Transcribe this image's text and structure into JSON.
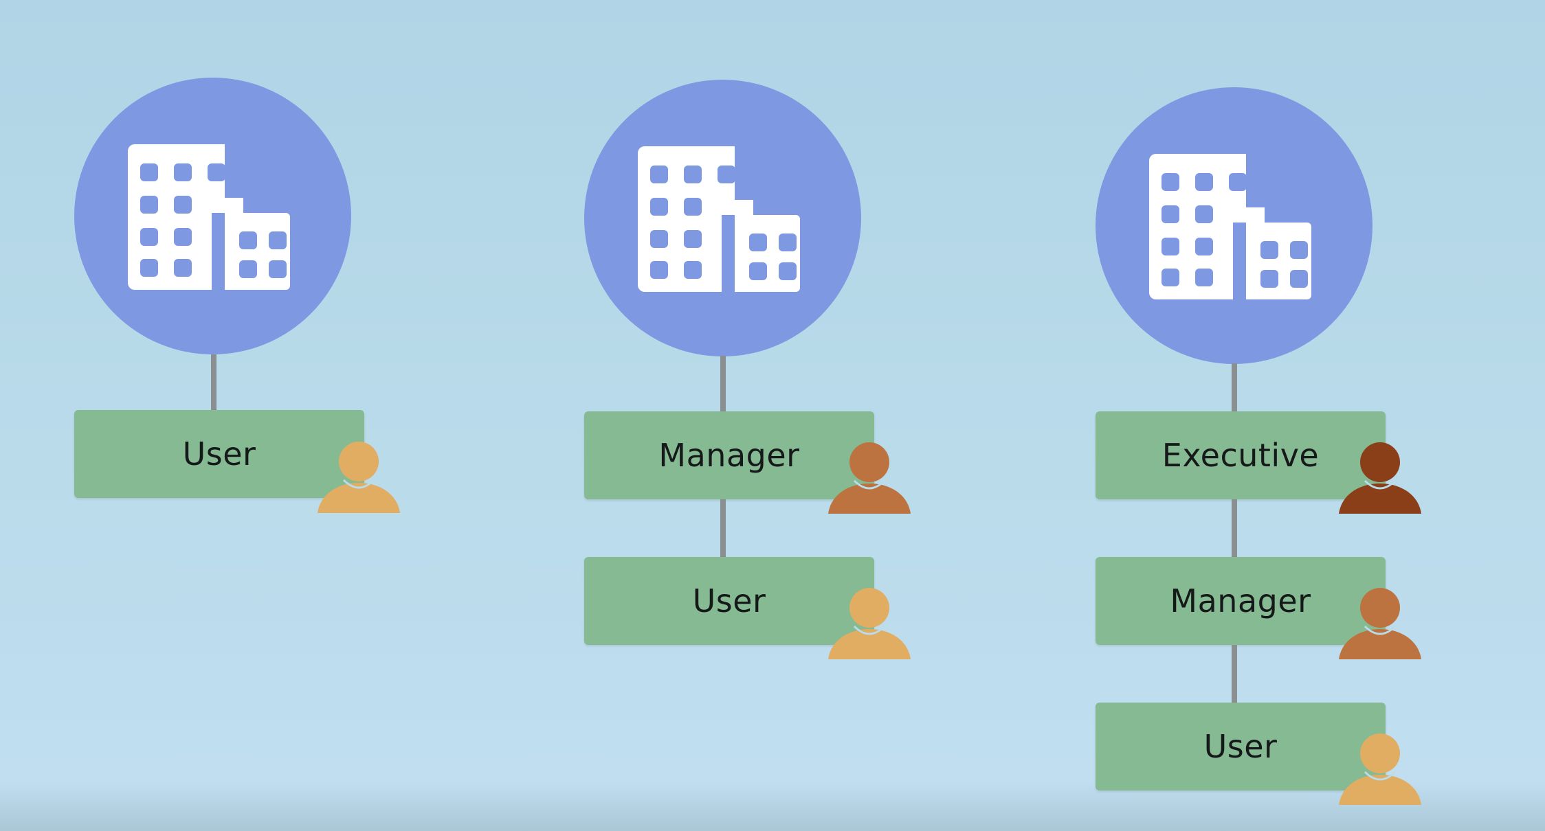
{
  "colors": {
    "circle": "#7f98e2",
    "building": "#ffffff",
    "role_box": "#86ba92",
    "connector": "#8a8f91",
    "user_icon": "#e0ad62",
    "manager_icon": "#bd733f",
    "executive_icon": "#8b3f18"
  },
  "columns": [
    {
      "org_icon": "building-icon",
      "roles": [
        {
          "label": "User",
          "icon": "user-person-icon",
          "level": "user"
        }
      ]
    },
    {
      "org_icon": "building-icon",
      "roles": [
        {
          "label": "Manager",
          "icon": "manager-person-icon",
          "level": "manager"
        },
        {
          "label": "User",
          "icon": "user-person-icon",
          "level": "user"
        }
      ]
    },
    {
      "org_icon": "building-icon",
      "roles": [
        {
          "label": "Executive",
          "icon": "executive-person-icon",
          "level": "executive"
        },
        {
          "label": "Manager",
          "icon": "manager-person-icon",
          "level": "manager"
        },
        {
          "label": "User",
          "icon": "user-person-icon",
          "level": "user"
        }
      ]
    }
  ]
}
